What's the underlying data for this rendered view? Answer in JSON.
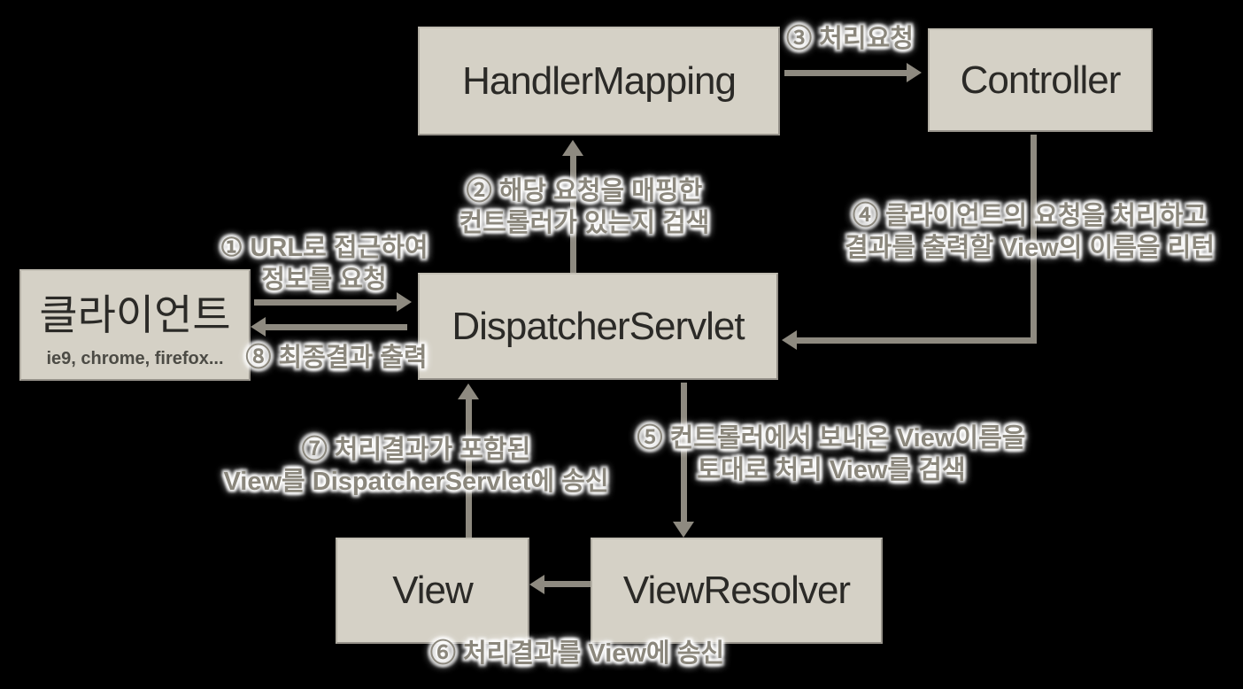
{
  "diagram_title": "Spring MVC DispatcherServlet request flow",
  "colors": {
    "background": "#000000",
    "box_fill": "#d5d1c6",
    "box_border": "#96928a",
    "box_text": "#2b2a27",
    "arrow": "#8e8a80",
    "step_text": "#8b877c",
    "step_glow": "#ffffff"
  },
  "boxes": {
    "handler_mapping": {
      "label": "HandlerMapping"
    },
    "controller": {
      "label": "Controller"
    },
    "client": {
      "label": "클라이언트",
      "sublabel": "ie9, chrome, firefox..."
    },
    "dispatcher_servlet": {
      "label": "DispatcherServlet"
    },
    "view": {
      "label": "View"
    },
    "view_resolver": {
      "label": "ViewResolver"
    }
  },
  "steps": {
    "s1": {
      "line1": "① URL로 접근하여",
      "line2": "정보를 요청"
    },
    "s2": {
      "line1": "② 해당 요청을 매핑한",
      "line2": "컨트롤러가 있는지 검색"
    },
    "s3": {
      "line1": "③ 처리요청"
    },
    "s4": {
      "line1": "④ 클라이언트의 요청을 처리하고",
      "line2": "결과를 출력할 View의 이름을 리턴"
    },
    "s5": {
      "line1": "⑤ 컨트롤러에서 보내온 View이름을",
      "line2": "토대로 처리 View를 검색"
    },
    "s6": {
      "line1": "⑥ 처리결과를 View에 송신"
    },
    "s7": {
      "line1": "⑦ 처리결과가 포함된",
      "line2": "View를 DispatcherServlet에 송신"
    },
    "s8": {
      "line1": "⑧ 최종결과 출력"
    }
  },
  "arrows": [
    {
      "id": "client-to-dispatcher",
      "from": "client",
      "to": "dispatcher_servlet",
      "step": "1"
    },
    {
      "id": "dispatcher-to-handler-mapping",
      "from": "dispatcher_servlet",
      "to": "handler_mapping",
      "step": "2"
    },
    {
      "id": "handler-mapping-to-controller",
      "from": "handler_mapping",
      "to": "controller",
      "step": "3"
    },
    {
      "id": "controller-to-dispatcher",
      "from": "controller",
      "to": "dispatcher_servlet",
      "step": "4"
    },
    {
      "id": "dispatcher-to-view-resolver",
      "from": "dispatcher_servlet",
      "to": "view_resolver",
      "step": "5"
    },
    {
      "id": "view-resolver-to-view",
      "from": "view_resolver",
      "to": "view",
      "step": "6"
    },
    {
      "id": "view-to-dispatcher",
      "from": "view",
      "to": "dispatcher_servlet",
      "step": "7"
    },
    {
      "id": "dispatcher-to-client",
      "from": "dispatcher_servlet",
      "to": "client",
      "step": "8"
    }
  ]
}
